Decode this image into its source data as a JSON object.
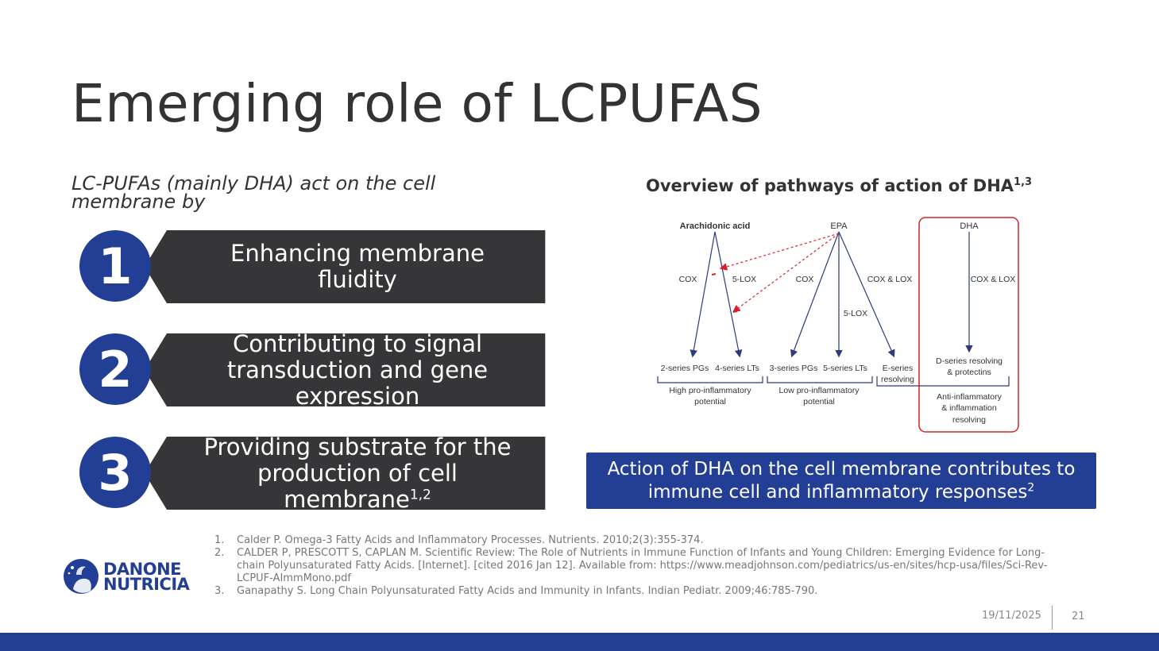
{
  "slide": {
    "title": "Emerging role of LCPUFAS",
    "subtitle": "LC-PUFAs (mainly DHA) act on the cell membrane by",
    "items": [
      {
        "number": "1",
        "text": "Enhancing membrane fluidity",
        "sup": ""
      },
      {
        "number": "2",
        "text": "Contributing to signal transduction and gene expression",
        "sup": ""
      },
      {
        "number": "3",
        "text": "Providing substrate for the production of cell membrane",
        "sup": "1,2"
      }
    ],
    "diagram_title": "Overview of pathways of action of DHA",
    "diagram_title_sup": "1,3",
    "diagram": {
      "arachidonic_acid": "Arachidonic acid",
      "epa": "EPA",
      "dha": "DHA",
      "cox_1": "COX",
      "lox_1": "5-LOX",
      "cox_2": "COX",
      "cox_lox_2": "COX & LOX",
      "lox_2": "5-LOX",
      "cox_lox_3": "COX & LOX",
      "pg2": "2-series PGs",
      "lt4": "4-series LTs",
      "pg3": "3-series PGs",
      "lt5": "5-series LTs",
      "eseries_1": "E-series",
      "eseries_2": "resolving",
      "dseries_1": "D-series resolving",
      "dseries_2": "& protectins",
      "high_1": "High pro-inflammatory",
      "high_2": "potential",
      "low_1": "Low pro-inflammatory",
      "low_2": "potential",
      "anti_1": "Anti-inflammatory",
      "anti_2": "& inflammation",
      "anti_3": "resolving"
    },
    "callout": "Action of DHA on the cell membrane contributes to immune cell and inflammatory responses",
    "callout_sup": "2",
    "references": [
      {
        "n": "1.",
        "text": "Calder P. Omega-3 Fatty Acids and Inflammatory Processes. Nutrients. 2010;2(3):355-374."
      },
      {
        "n": "2.",
        "text": "CALDER P, PRESCOTT S, CAPLAN M. Scientific Review: The Role of Nutrients in Immune Function of Infants and Young Children: Emerging Evidence for Long-chain Polyunsaturated Fatty Acids. [Internet]. [cited 2016 Jan 12]. Available from: https://www.meadjohnson.com/pediatrics/us-en/sites/hcp-usa/files/Sci-Rev-LCPUF-AImmMono.pdf"
      },
      {
        "n": "3.",
        "text": "Ganapathy S. Long Chain Polyunsaturated Fatty Acids and Immunity in Infants. Indian Pediatr. 2009;46:785-790."
      }
    ],
    "logo": {
      "line1": "DANONE",
      "line2": "NUTRICIA"
    },
    "date": "19/11/2025",
    "page_number": "21"
  },
  "colors": {
    "brand_blue": "#233f95",
    "dark_bar": "#363638",
    "diagram_line": "#2d3a7c",
    "highlight_red": "#d9202a"
  }
}
